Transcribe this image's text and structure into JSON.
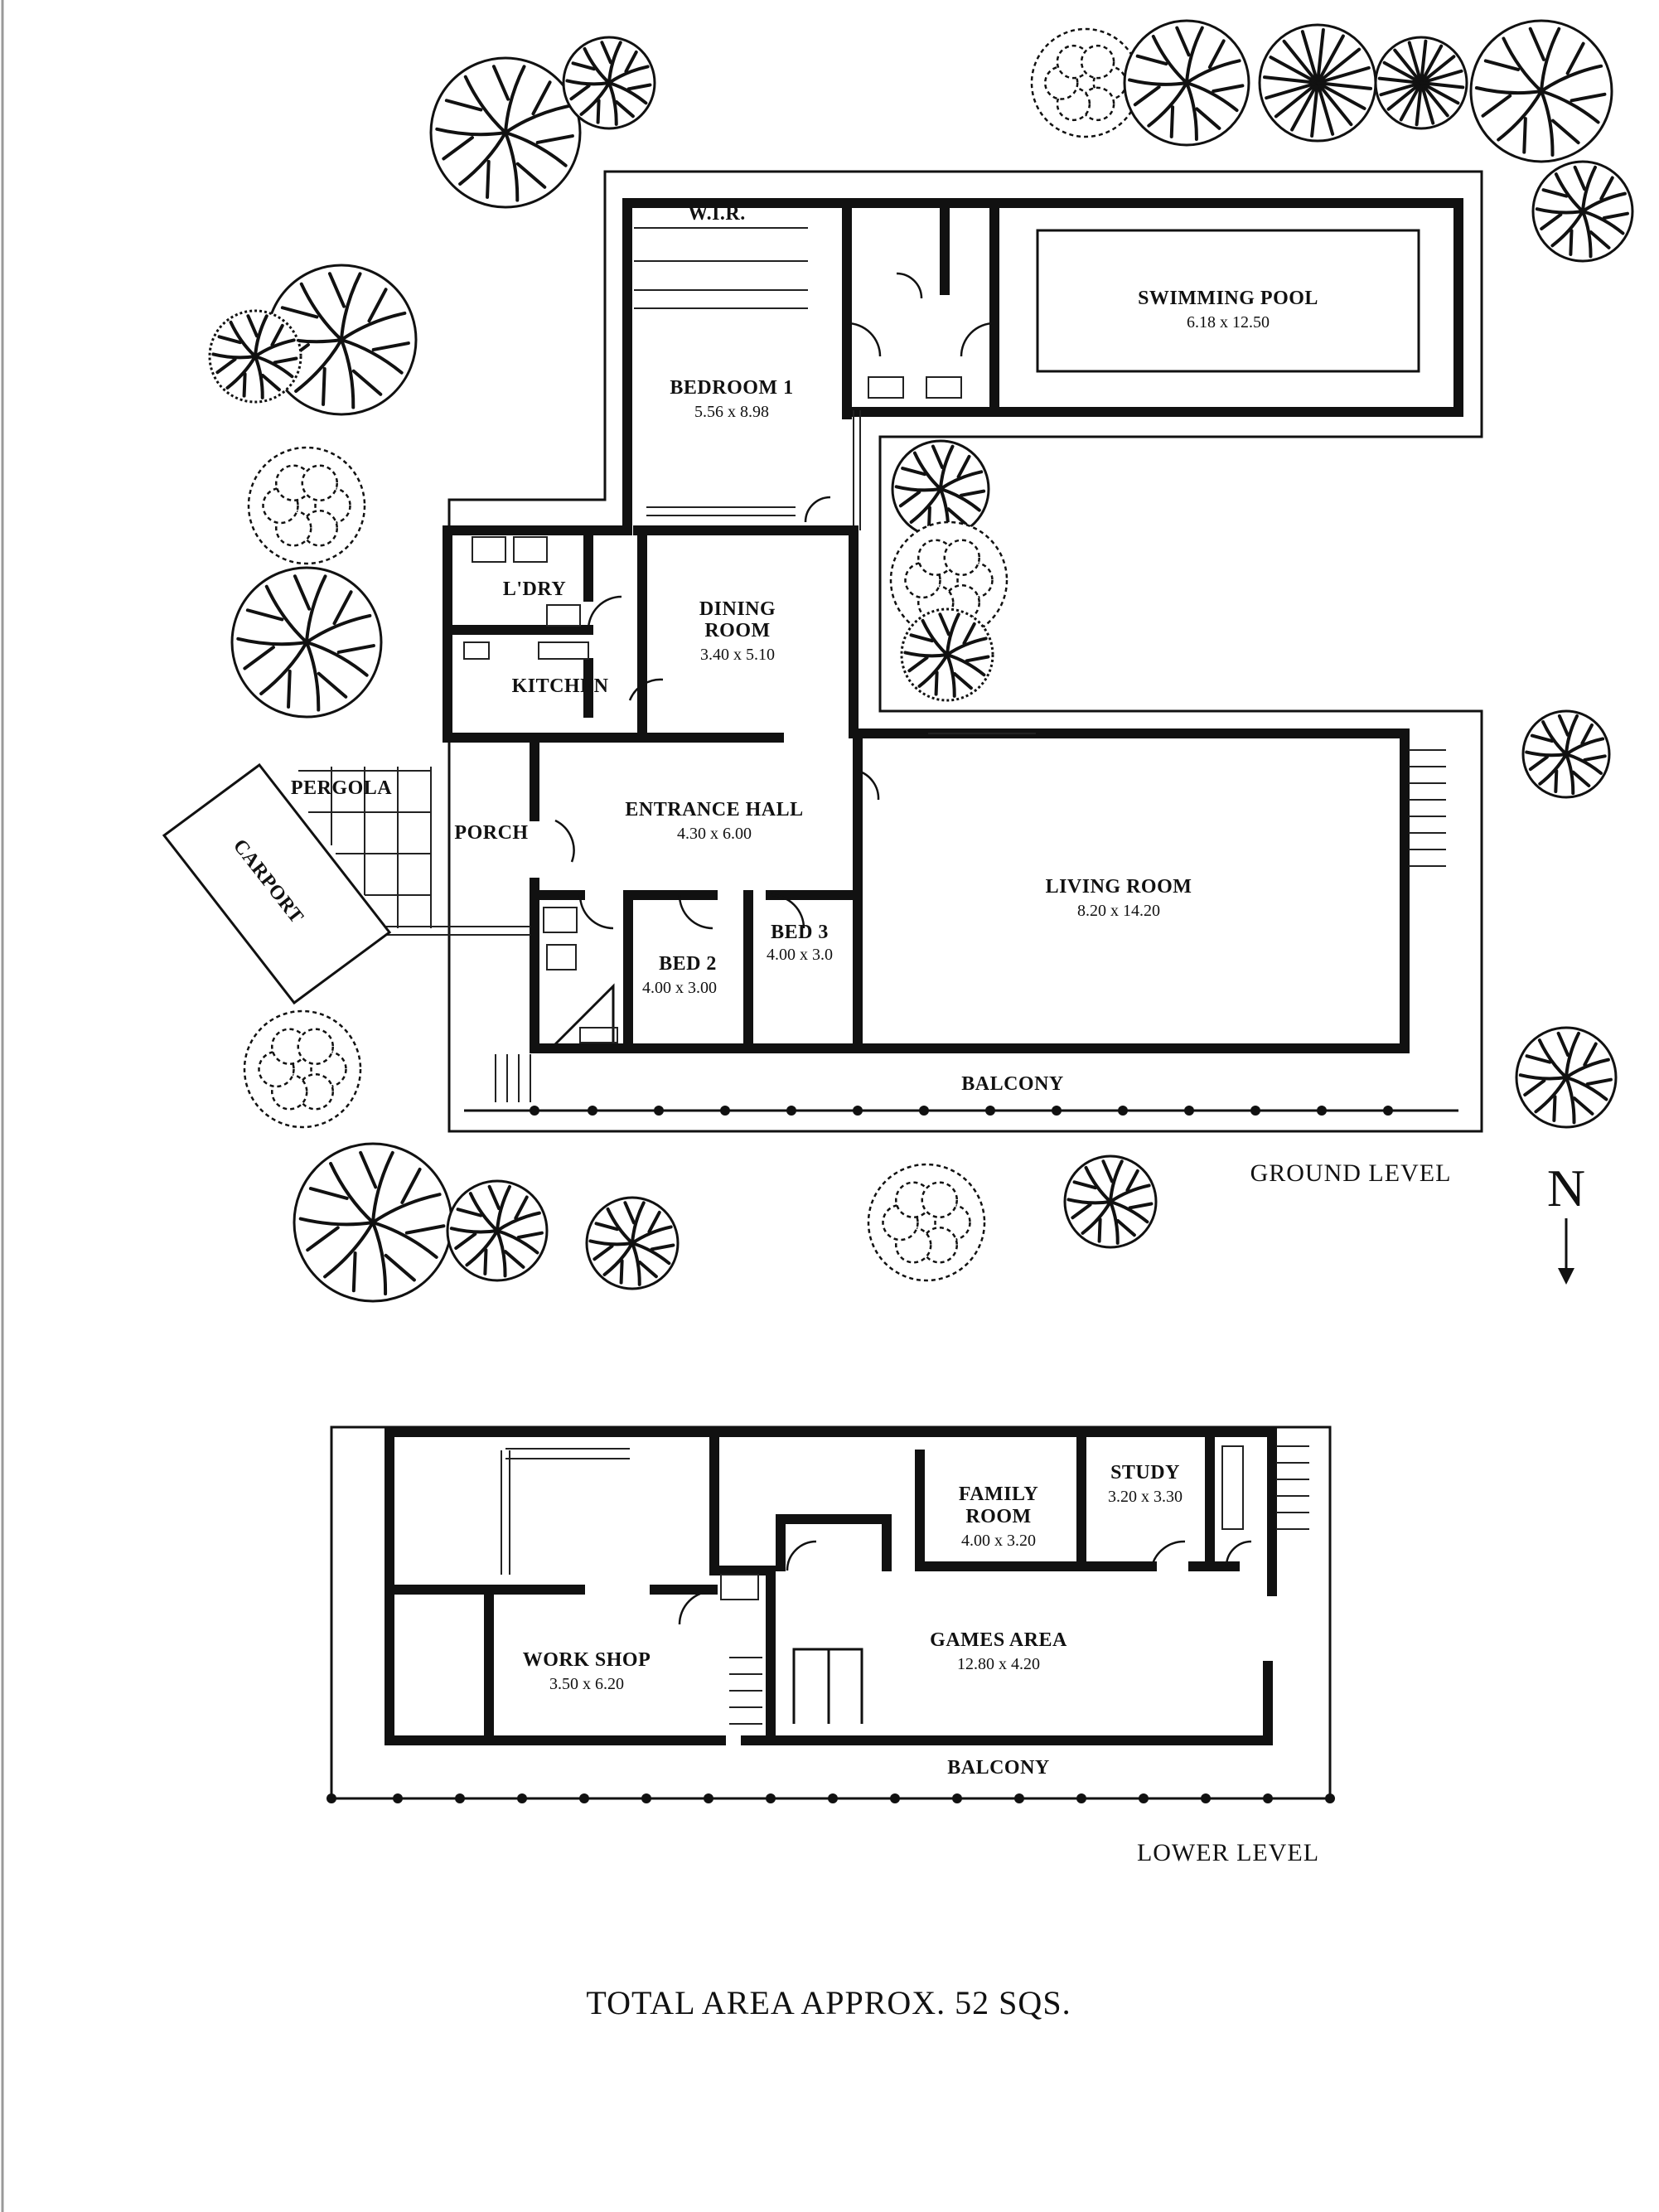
{
  "ground_level": {
    "label": "GROUND LEVEL",
    "rooms": {
      "wir": "W.I.R.",
      "bedroom1": {
        "name": "BEDROOM 1",
        "dims": "5.56 x 8.98"
      },
      "pool": {
        "name": "SWIMMING POOL",
        "dims": "6.18 x 12.50"
      },
      "laundry": "L'DRY",
      "dining": {
        "name1": "DINING",
        "name2": "ROOM",
        "dims": "3.40 x 5.10"
      },
      "kitchen": "KITCHEN",
      "pergola": "PERGOLA",
      "carport": "CARPORT",
      "porch": "PORCH",
      "entrance": {
        "name": "ENTRANCE HALL",
        "dims": "4.30 x 6.00"
      },
      "living": {
        "name": "LIVING ROOM",
        "dims": "8.20 x 14.20"
      },
      "bed2": {
        "name": "BED 2",
        "dims": "4.00 x 3.00"
      },
      "bed3": {
        "name": "BED 3",
        "dims": "4.00 x 3.0"
      },
      "balcony": "BALCONY"
    }
  },
  "lower_level": {
    "label": "LOWER LEVEL",
    "rooms": {
      "family": {
        "name1": "FAMILY",
        "name2": "ROOM",
        "dims": "4.00 x 3.20"
      },
      "study": {
        "name": "STUDY",
        "dims": "3.20 x 3.30"
      },
      "workshop": {
        "name": "WORK SHOP",
        "dims": "3.50 x 6.20"
      },
      "games": {
        "name": "GAMES AREA",
        "dims": "12.80 x 4.20"
      },
      "balcony": "BALCONY"
    }
  },
  "north_label": "N",
  "total_area": "TOTAL AREA APPROX. 52 SQS."
}
